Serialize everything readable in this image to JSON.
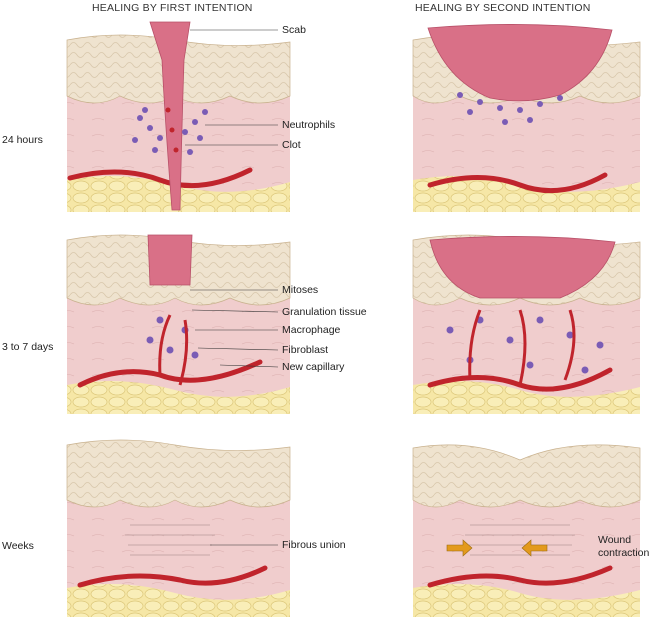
{
  "columns": {
    "first": "HEALING BY FIRST INTENTION",
    "second": "HEALING BY SECOND INTENTION"
  },
  "rows": [
    "24 hours",
    "3 to 7 days",
    "Weeks"
  ],
  "callouts": {
    "scab": "Scab",
    "neutrophils": "Neutrophils",
    "clot": "Clot",
    "mitoses": "Mitoses",
    "granulation": "Granulation tissue",
    "macrophage": "Macrophage",
    "fibroblast": "Fibroblast",
    "capillary": "New capillary",
    "fibrous_union": "Fibrous union",
    "wound_contraction": [
      "Wound",
      "contraction"
    ]
  },
  "colors": {
    "epidermis": "#efe3cf",
    "dermis": "#f0cdcd",
    "fat": "#f6e7a6",
    "scab": "#d97087",
    "vessel": "#c0242c",
    "neutrophil": "#7a5cb5",
    "arrow": "#e39a1d"
  }
}
